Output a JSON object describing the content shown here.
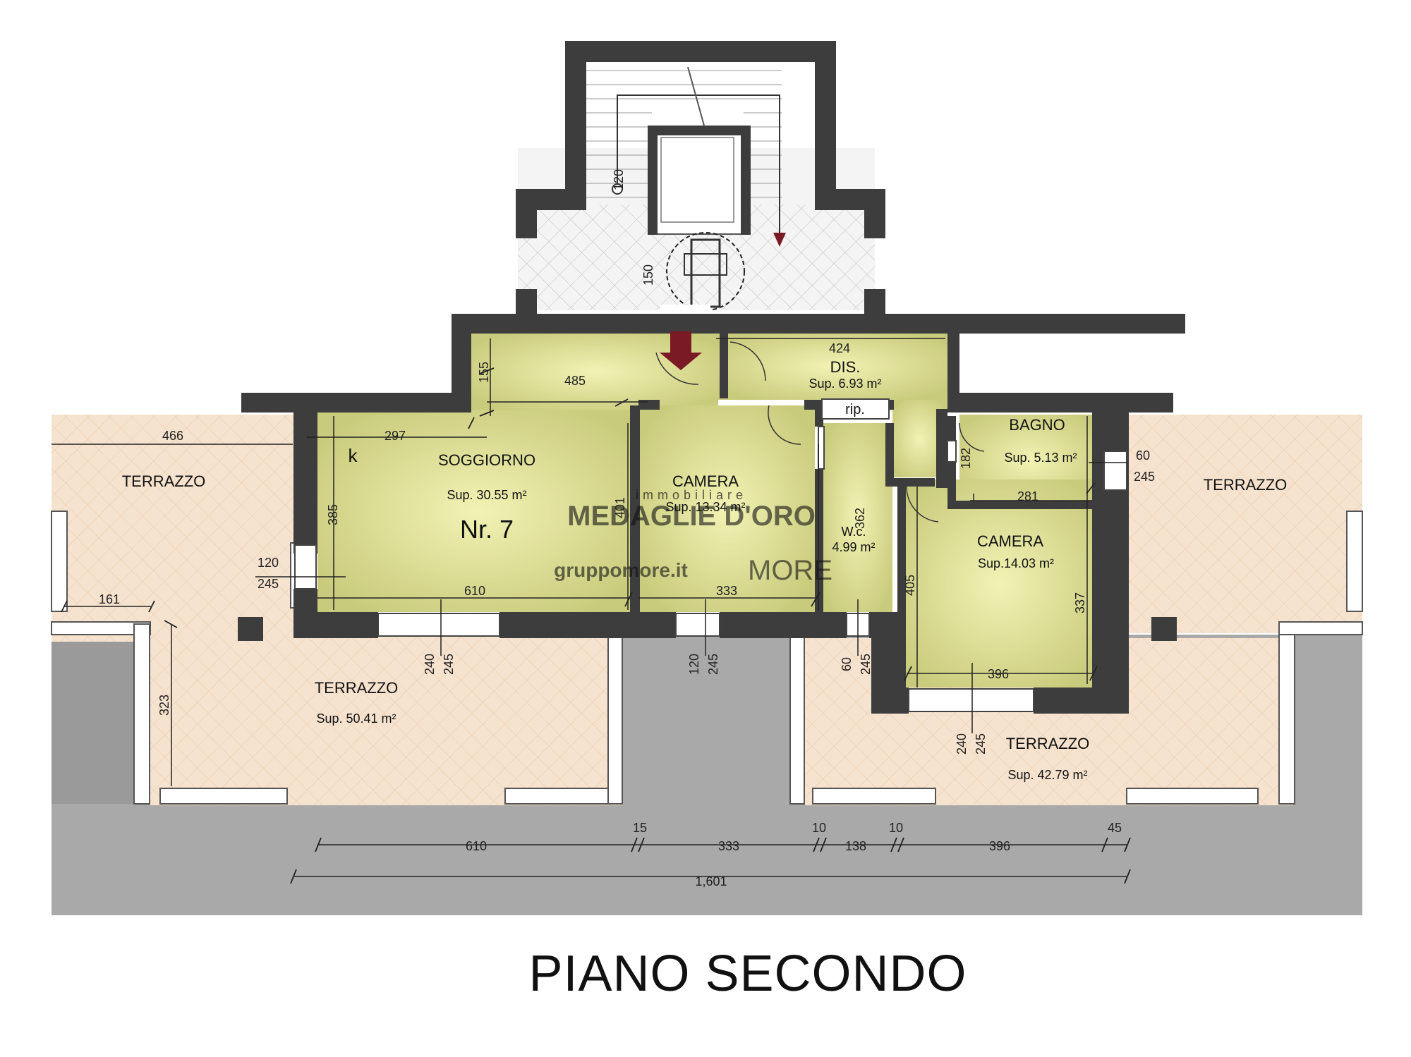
{
  "plan": {
    "title": "PIANO SECONDO",
    "unit_number": "Nr. 7",
    "watermark": {
      "brand_small": "immobiliare",
      "brand": "MEDAGLIE D'ORO",
      "website": "gruppomore.it",
      "logo": "MORE"
    },
    "rooms": {
      "soggiorno": {
        "name": "SOGGIORNO",
        "area": "Sup. 30.55 m²"
      },
      "camera1": {
        "name": "CAMERA",
        "area": "Sup. 13.34 m²"
      },
      "dis": {
        "name": "DIS.",
        "area": "Sup. 6.93 m²"
      },
      "rip": {
        "name": "rip."
      },
      "wc": {
        "name": "W.c.",
        "area": "4.99 m²"
      },
      "bagno": {
        "name": "BAGNO",
        "area": "Sup. 5.13 m²"
      },
      "camera2": {
        "name": "CAMERA",
        "area": "Sup.14.03 m²"
      },
      "terrazzo_left_top": {
        "name": "TERRAZZO"
      },
      "terrazzo_left_bottom": {
        "name": "TERRAZZO",
        "area": "Sup. 50.41 m²"
      },
      "terrazzo_right_top": {
        "name": "TERRAZZO"
      },
      "terrazzo_right_bottom": {
        "name": "TERRAZZO",
        "area": "Sup. 42.79 m²"
      }
    },
    "kitchen_mark": "k",
    "dimensions": {
      "d_120_stair": "120",
      "d_150": "150",
      "d_424": "424",
      "d_155": "155",
      "d_485": "485",
      "d_297": "297",
      "d_466": "466",
      "d_385": "385",
      "d_401": "401",
      "d_362": "362",
      "d_182": "182",
      "d_281": "281",
      "d_60_245_right_a": "60",
      "d_60_245_right_b": "245",
      "d_120_left_a": "120",
      "d_245_left_b": "245",
      "d_161": "161",
      "d_610_inner": "610",
      "d_333_inner": "333",
      "d_405": "405",
      "d_337": "337",
      "d_396_inner": "396",
      "d_323": "323",
      "win1_a": "240",
      "win1_b": "245",
      "win2_a": "120",
      "win2_b": "245",
      "win3_a": "60",
      "win3_b": "245",
      "win4_a": "240",
      "win4_b": "245",
      "chain_610": "610",
      "chain_15": "15",
      "chain_333": "333",
      "chain_10a": "10",
      "chain_138": "138",
      "chain_10b": "10",
      "chain_396": "396",
      "chain_45": "45",
      "total": "1,601"
    },
    "colors": {
      "wall": "#3d3d3d",
      "room_fill": "#d6d88a",
      "terrace_fill": "#f6e3cf",
      "ground": "#a8a8a8",
      "entry_arrow": "#7a1a24"
    }
  }
}
